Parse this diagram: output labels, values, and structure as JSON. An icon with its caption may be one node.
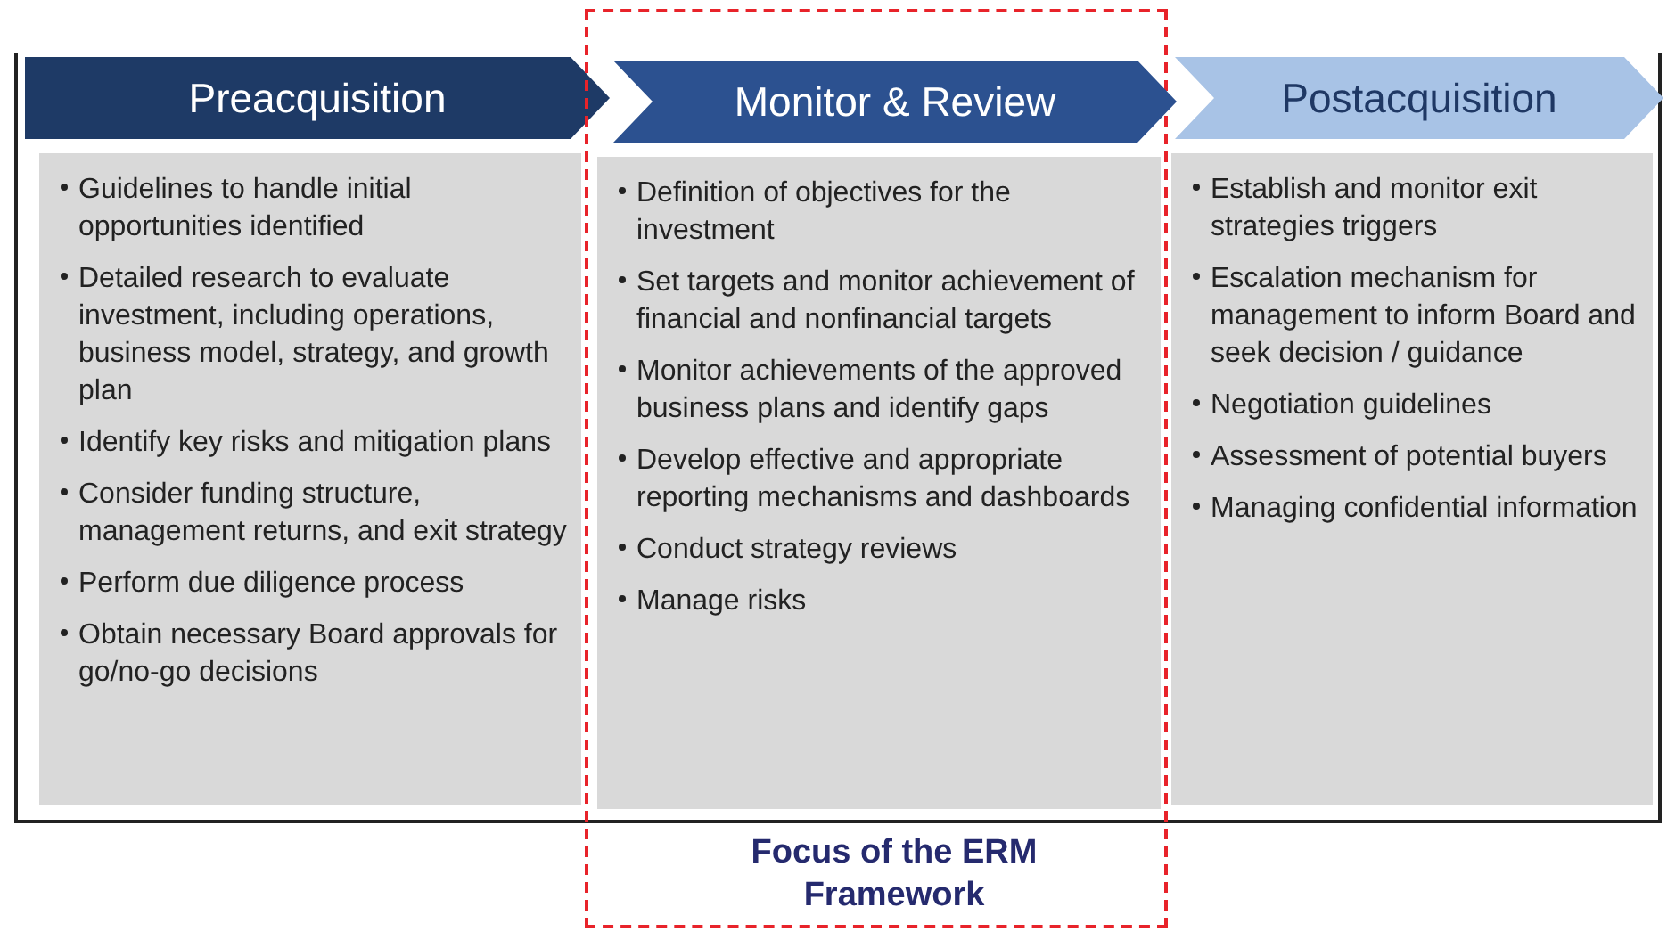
{
  "diagram": {
    "nodes": [
      {
        "text": [
          "Preacquisition"
        ]
      },
      {
        "text": [
          "Guidelines to handle initial opportunities identified",
          "Detailed research to evaluate investment, including operations, business model, strategy, and growth plan",
          "Identify key risks and mitigation plans",
          "Consider funding structure, management returns, and exit strategy",
          "Perform due diligence process",
          "Obtain necessary Board approvals for go/no-go decisions"
        ]
      },
      {
        "text": [
          "Focus of the ERM Framework"
        ]
      },
      {
        "text": [
          "Monitor & Review"
        ],
        "in": 2
      },
      {
        "text": [
          "Definition of objectives for the investment",
          "Set targets and monitor achievement of financial and nonfinancial targets",
          "Monitor achievements of the approved business plans and identify gaps",
          "Develop effective and appropriate reporting mechanisms and dashboards",
          "Conduct strategy reviews",
          "Manage risks"
        ],
        "in": 2
      },
      {
        "text": [
          "Postacquisition"
        ]
      },
      {
        "text": [
          "Establish and monitor exit strategies triggers",
          "Escalation mechanism for management to inform Board and seek decision / guidance",
          "Negotiation guidelines",
          "Assessment of potential buyers",
          "Managing confidential information"
        ]
      }
    ],
    "edges": []
  }
}
